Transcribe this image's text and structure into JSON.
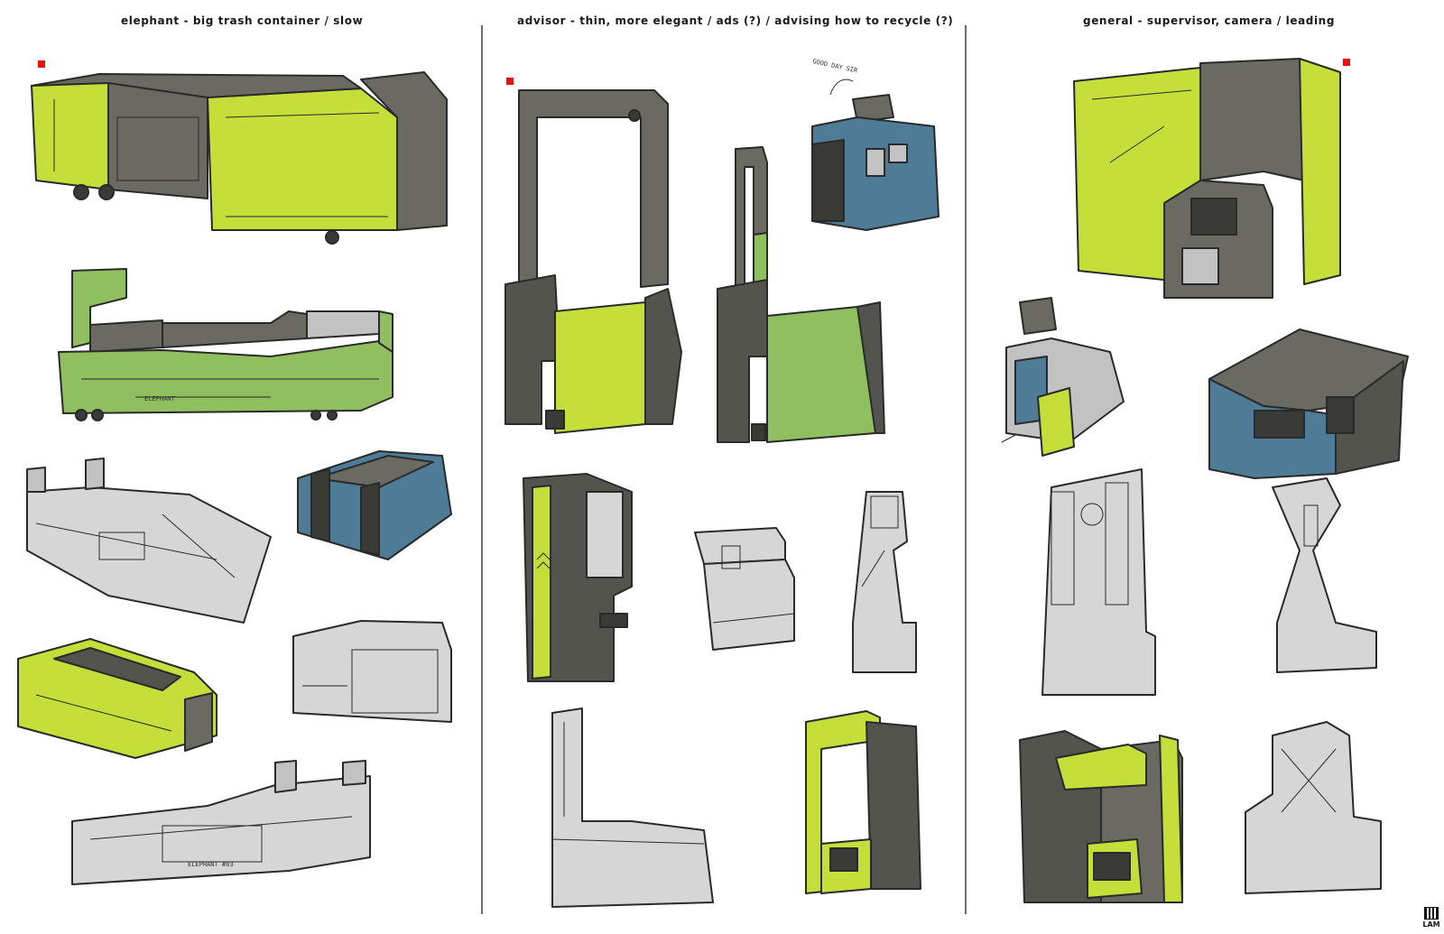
{
  "columns": [
    {
      "heading": "elephant - big trash container /  slow"
    },
    {
      "heading": "advisor - thin, more elegant / ads (?) / advising how to recycle (?)"
    },
    {
      "heading": "general - supervisor, camera / leading"
    }
  ],
  "annotations": {
    "speech": "GOOD DAY SIR",
    "elephant_note_1": "ELEPHANT",
    "elephant_note_2": "ELEPHANT #03"
  },
  "signature": "LAM",
  "colors": {
    "lime": "#c5de3a",
    "green": "#8fbf5f",
    "blue": "#4e7b96",
    "dark": "#6a6a62",
    "light_gray": "#d6d6d6",
    "outline": "#2a2a2a",
    "marker": "#e8110c"
  }
}
